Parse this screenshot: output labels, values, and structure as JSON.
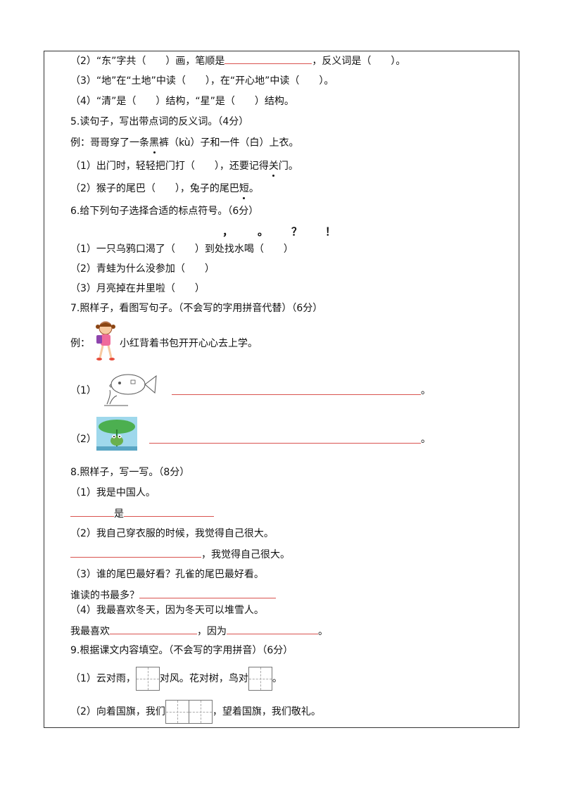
{
  "q4": {
    "l2a": "（2）“东”字共（　　）画，笔顺是",
    "l2b": "，反义词是（　　）。",
    "l3": "（3）“地”在“土地”中读（　　），在“开心地”中读（　　）。",
    "l4": "（4）“清”是（　　）结构，“星”是（　　）结构。"
  },
  "q5": {
    "title": "5.读句子，写出带点词的反义词。（4分）",
    "ex_a": "例：哥哥穿了一条",
    "ex_dot": "黑",
    "ex_b": "裤（kù）子和一件（白）上衣。",
    "l1a": "（1）出门时，轻轻把门打（　　），还要记得",
    "l1_dot": "关",
    "l1b": "门。",
    "l2a": "（2）猴子的尾巴（　　），兔子的尾巴",
    "l2_dot": "短",
    "l2b": "。"
  },
  "q6": {
    "title": "6.给下列句子选择合适的标点符号。（6分）",
    "marks": [
      "，",
      "。",
      "？",
      "！"
    ],
    "l1": "（1）一只乌鸦口渴了（　　）到处找水喝（　　）",
    "l2": "（2）青蛙为什么没参加（　　）",
    "l3": "（3）月亮掉在井里啦（　　）"
  },
  "q7": {
    "title": "7.照样子，看图写句子。（不会写的字用拼音代替）（6分）",
    "ex_label": "例：",
    "ex_text": "小红背着书包开开心心去上学。",
    "l1": "（1）",
    "l1_end": "。",
    "l2": "（2）",
    "l2_end": "。"
  },
  "q8": {
    "title": "8.照样子，写一写。（8分）",
    "l1": "（1）我是中国人。",
    "l1_mid": "是",
    "l2": "（2）我自己穿衣服的时候，我觉得自己很大。",
    "l2_end": "，我觉得自己很大。",
    "l3": "（3）谁的尾巴最好看？孔雀的尾巴最好看。",
    "l3_q": "谁读的书最多？",
    "l4": "（4）我最喜欢冬天，因为冬天可以堆雪人。",
    "l4_a": "我最喜欢",
    "l4_b": "，因为",
    "l4_c": "。"
  },
  "q9": {
    "title": "9.根据课文内容填空。（不会写的字用拼音）（6分）",
    "l1a": "（1）云对雨，",
    "l1b": "对风。花对树，鸟对",
    "l1c": "。",
    "l2a": "（2）向着国旗，我们",
    "l2b": "，望着国旗，我们敬礼。"
  },
  "colors": {
    "underline": "#d9534f",
    "border": "#333333"
  }
}
